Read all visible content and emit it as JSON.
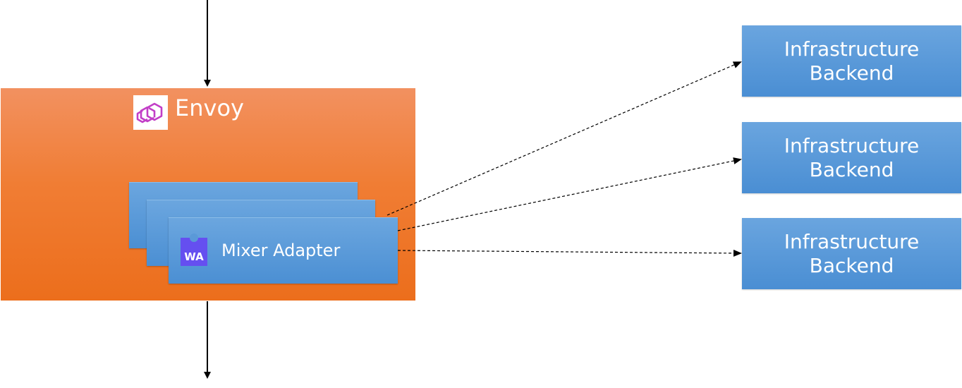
{
  "envoy": {
    "label": "Envoy",
    "logo_icon": "envoy-logo-icon",
    "logo_color": "#c23ec7",
    "box_color": "#f07d34"
  },
  "adapter": {
    "label": "Mixer Adapter",
    "icon": "webassembly-icon",
    "icon_text": "WA",
    "icon_color": "#654ff0",
    "card_color": "#5b9bd5"
  },
  "backends": [
    {
      "line1": "Infrastructure",
      "line2": "Backend"
    },
    {
      "line1": "Infrastructure",
      "line2": "Backend"
    },
    {
      "line1": "Infrastructure",
      "line2": "Backend"
    }
  ]
}
